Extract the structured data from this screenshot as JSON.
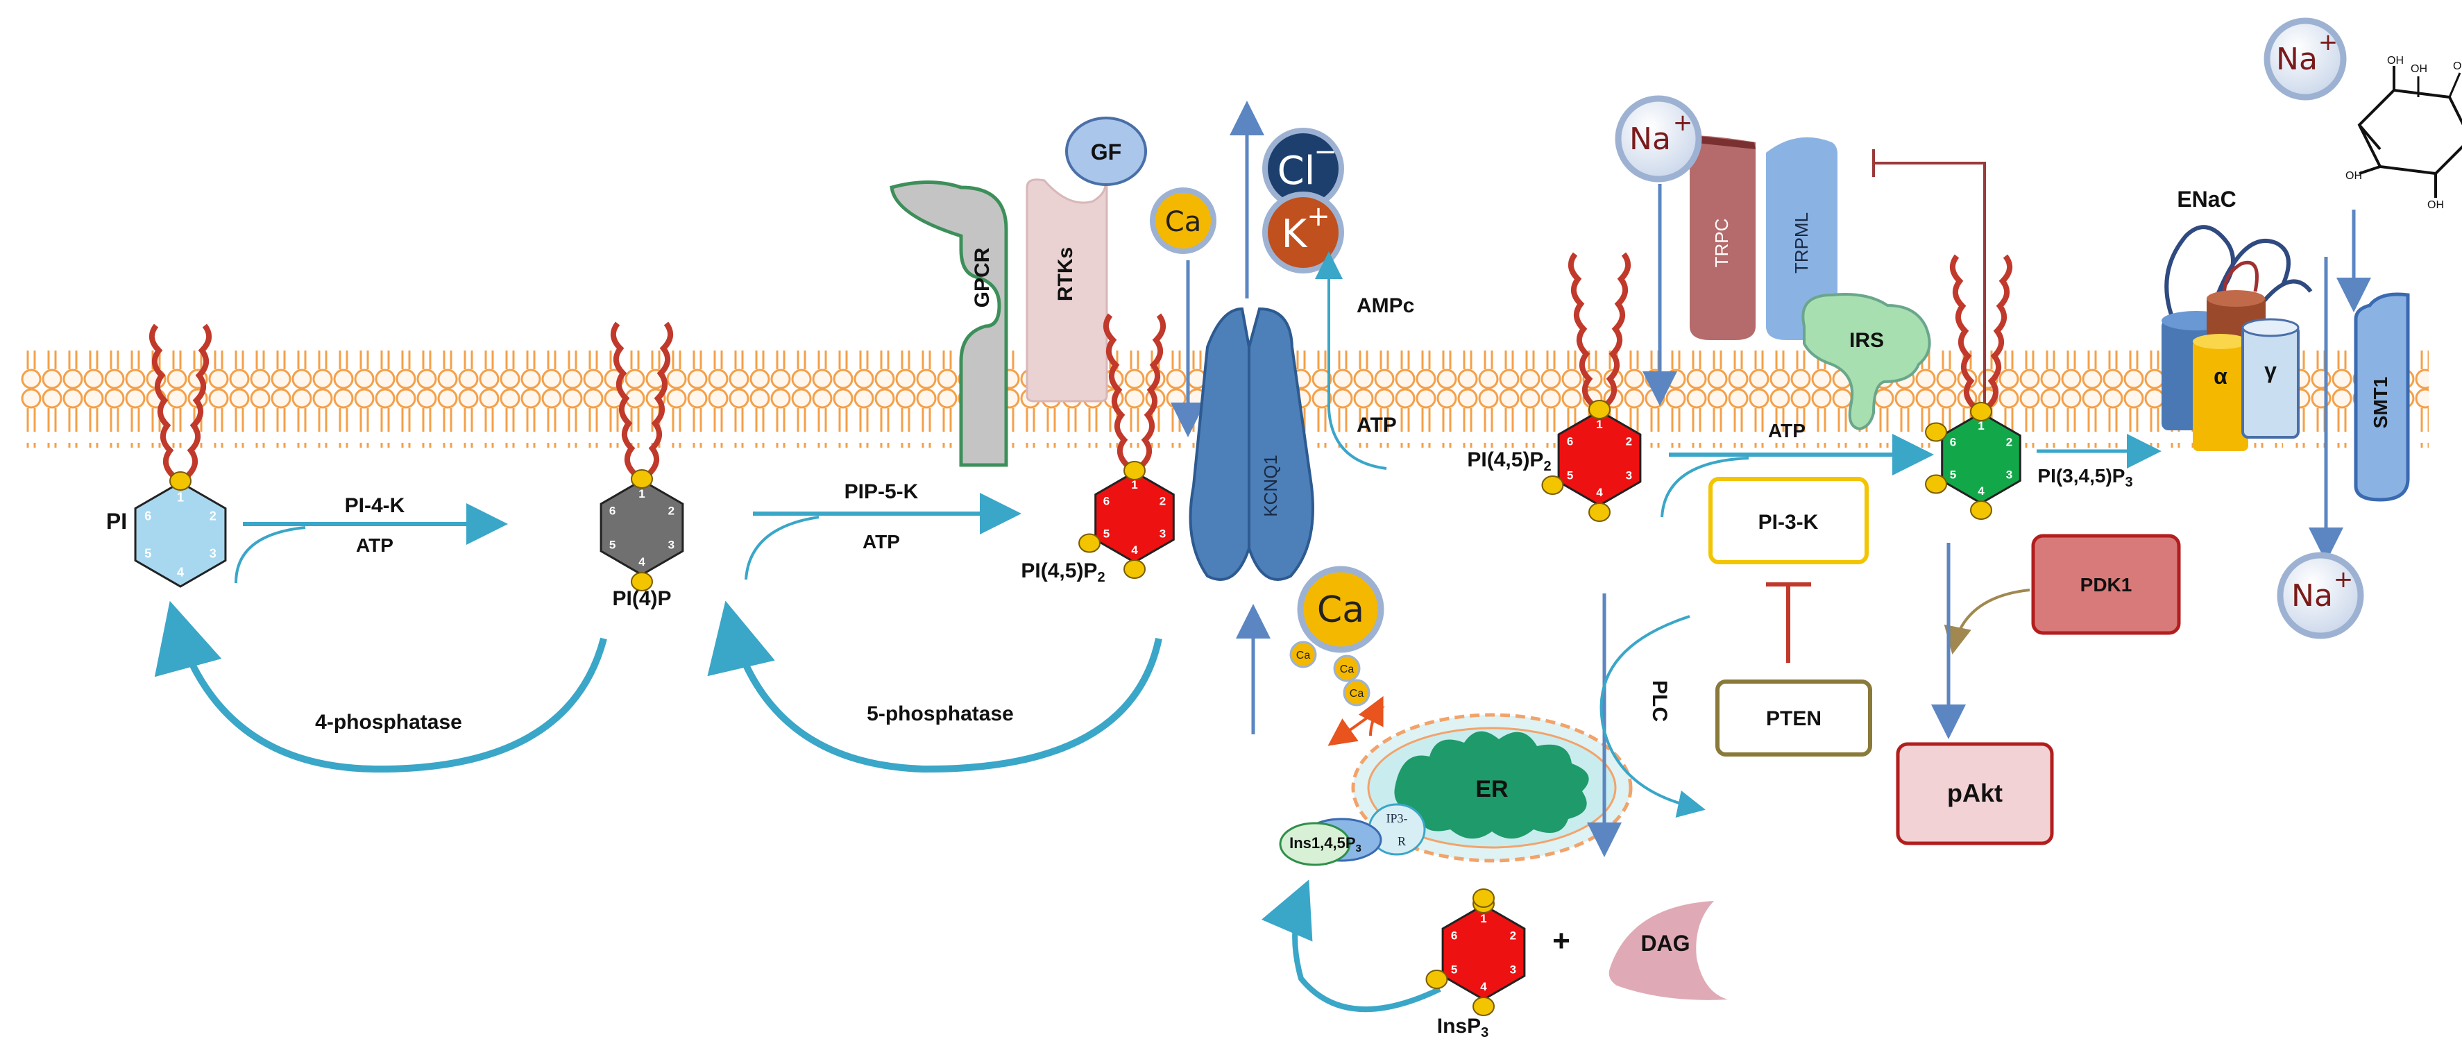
{
  "lipids": {
    "pi": "PI",
    "pi4p": "PI(4)P",
    "pip2_left": "PI(4,5)P",
    "pip2_right": "PI(4,5)P",
    "pip3": "PI(3,4,5)P",
    "insp3": "InsP",
    "sub2": "2",
    "sub3": "3"
  },
  "ring_numbers": [
    "1",
    "2",
    "3",
    "4",
    "5",
    "6"
  ],
  "enzymes": {
    "pi4k": "PI-4-K",
    "pip5k": "PIP-5-K",
    "atp": "ATP",
    "phosphatase4": "4-phosphatase",
    "phosphatase5": "5-phosphatase",
    "pi3k": "PI-3-K",
    "pten": "PTEN",
    "plc": "PLC",
    "pdk1": "PDK1",
    "pakt": "pAkt",
    "irs": "IRS"
  },
  "receptors": {
    "gpcr": "GPCR",
    "rtks": "RTKs",
    "gf": "GF",
    "kcnq1": "KCNQ1",
    "trpc": "TRPC",
    "trpml": "TRPML",
    "enac": "ENaC",
    "alpha": "α",
    "gamma": "γ",
    "smt1": "SMT1"
  },
  "ions": {
    "ca": "Ca",
    "cl": "Cl",
    "k": "K",
    "na": "Na",
    "plus": "+",
    "minus": "−"
  },
  "misc": {
    "ampc": "AMPc",
    "atp": "ATP",
    "er": "ER",
    "ip3r_top": "IP3-",
    "ip3r_bottom": "R",
    "ins145p3": "Ins1,4,5P",
    "plus_sign": "+",
    "dag": "DAG",
    "oh": "OH"
  },
  "colors": {
    "membrane": "#f4a04a",
    "pi_blue": "#a8d8f0",
    "pi4p_gray": "#707070",
    "pip2_red": "#ee1111",
    "pip3_green": "#12a84a",
    "phosphate": "#f2c500",
    "tail": "#c0392b",
    "arrow": "#3aa6c8",
    "er_green": "#1f9a6a",
    "kcnq1": "#4a78b4"
  }
}
